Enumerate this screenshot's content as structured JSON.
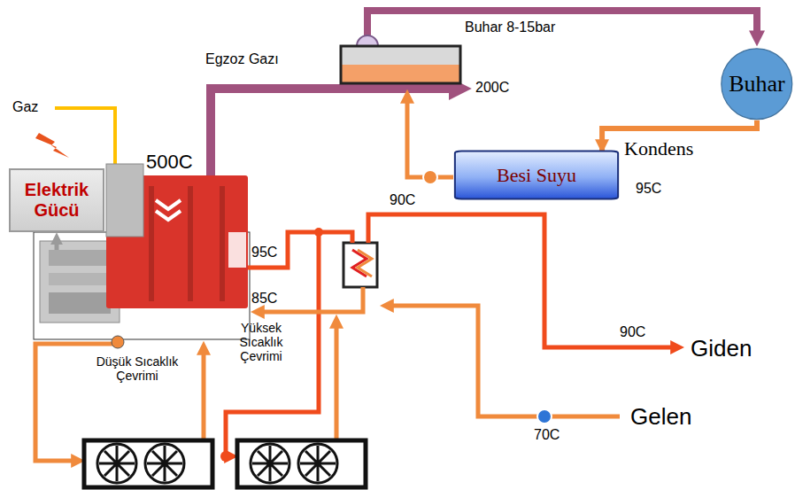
{
  "diagram": {
    "nodes": [
      {
        "text": [
          "Elektrik Gücü"
        ]
      },
      {
        "text": [
          "Buhar"
        ]
      },
      {
        "text": [
          "Besi Suyu"
        ]
      }
    ],
    "edges": [
      {
        "from": 1,
        "to": 2,
        "arrow": "to"
      }
    ],
    "labels": [
      "Buhar 8-15bar",
      "Egzoz Gazı",
      "200C",
      "Gaz",
      "500C",
      "Kondens",
      "95C",
      "90C",
      "95C",
      "85C",
      "Yüksek Sıcaklık Çevrimi",
      "Düşük Sıcaklık Çevrimi",
      "90C",
      "Giden",
      "70C",
      "Gelen"
    ]
  }
}
